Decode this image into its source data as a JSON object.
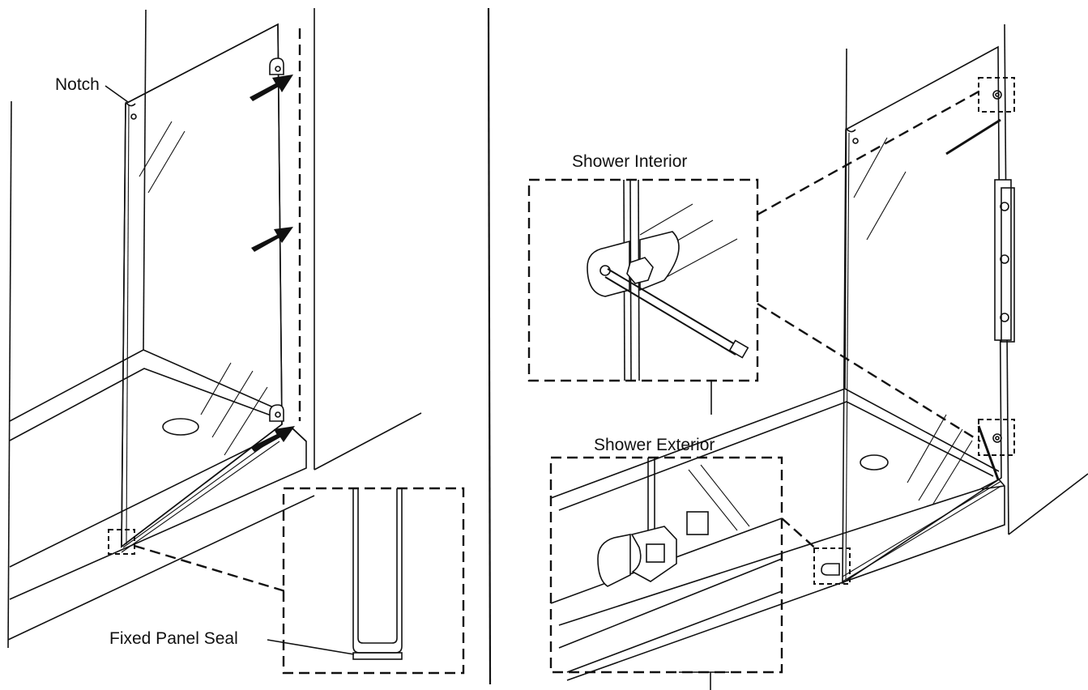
{
  "labels": {
    "notch": "Notch",
    "fixed_panel_seal": "Fixed Panel Seal",
    "shower_interior": "Shower Interior",
    "shower_exterior": "Shower Exterior"
  },
  "colors": {
    "line": "#111111",
    "background": "#ffffff"
  }
}
